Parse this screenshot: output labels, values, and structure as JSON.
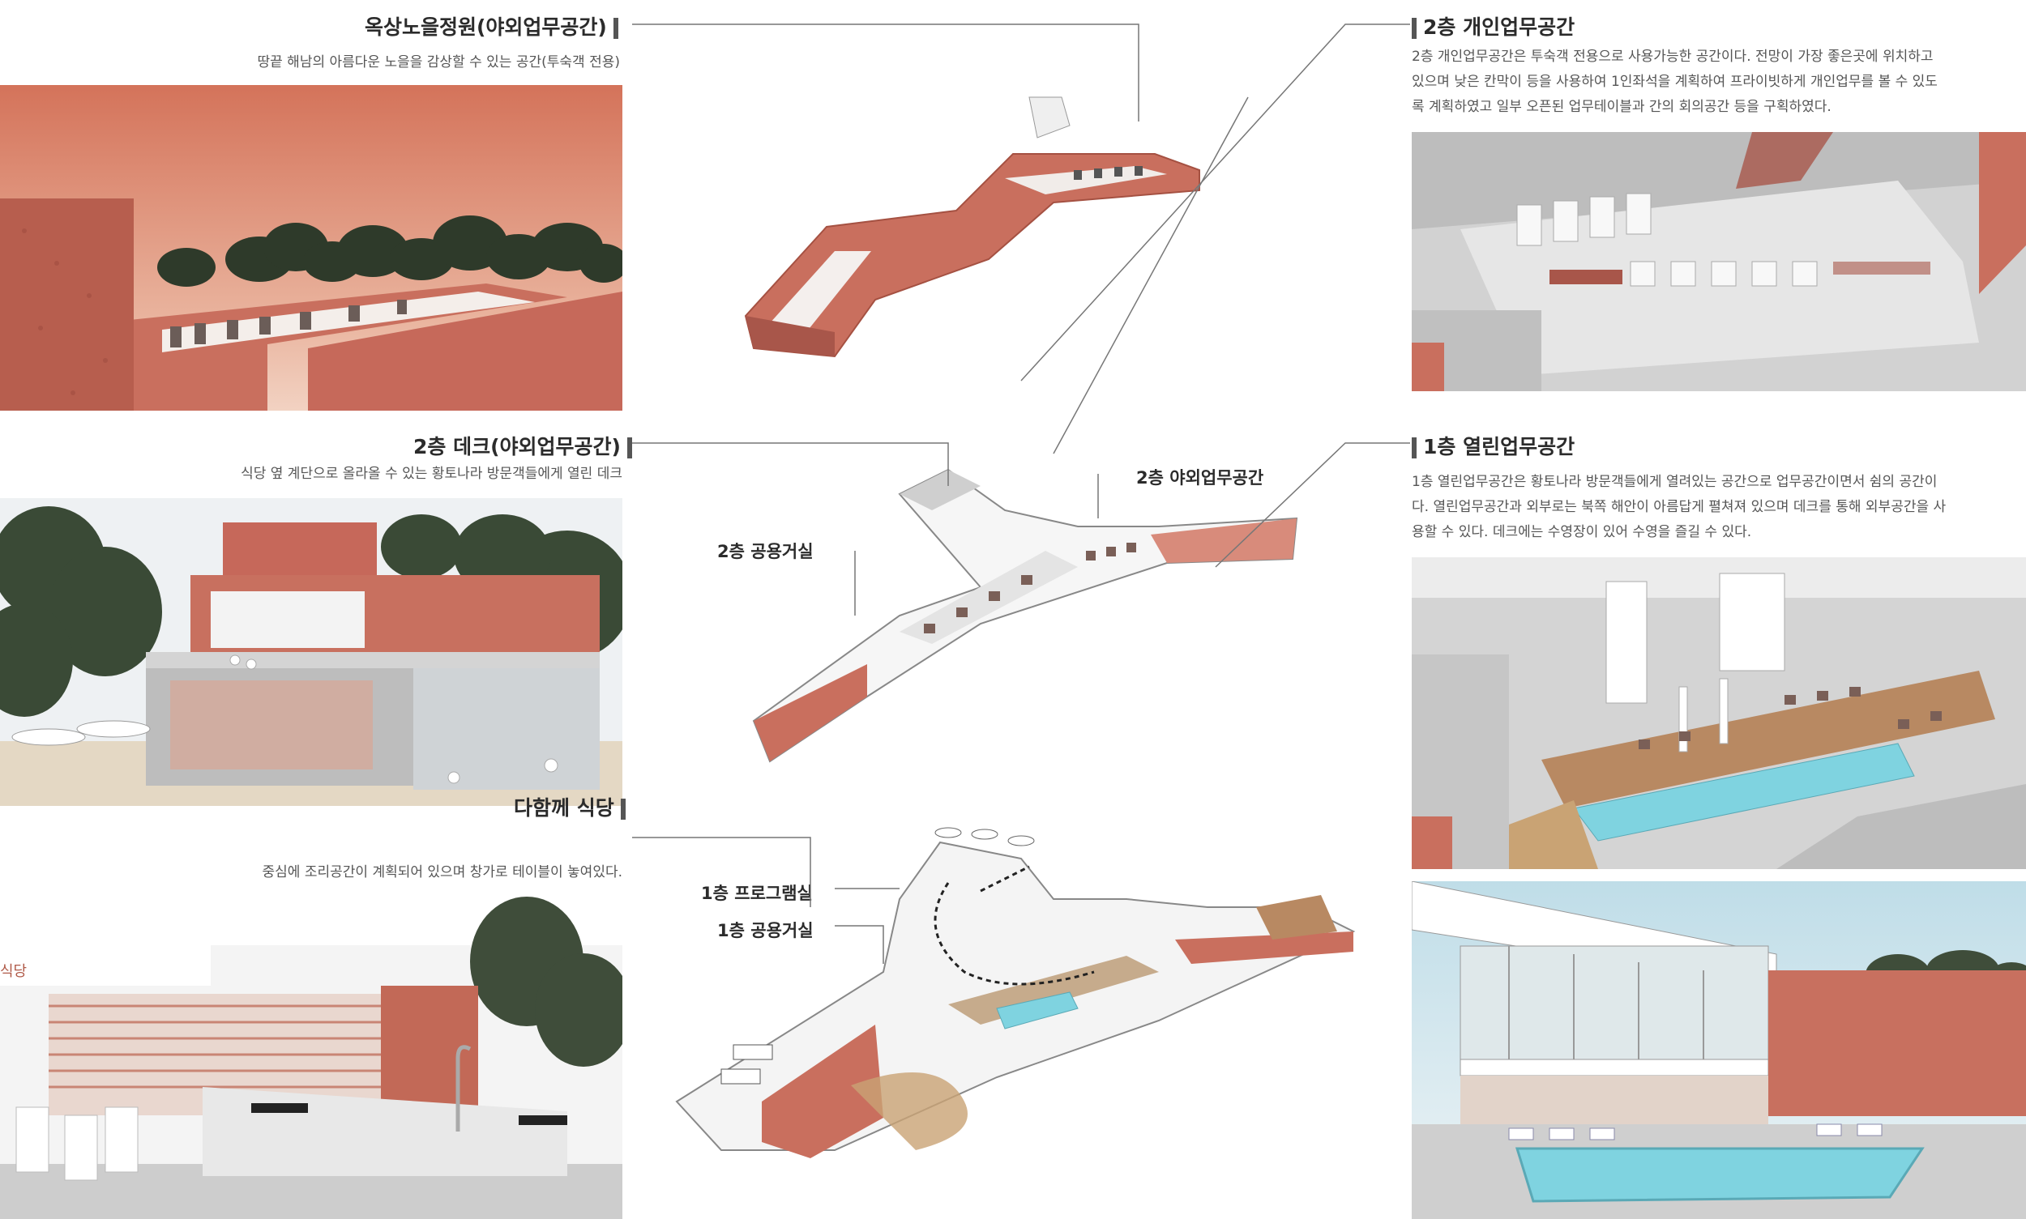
{
  "sections": {
    "rooftop": {
      "title": "옥상노을정원(야외업무공간)",
      "desc": "땅끝 해남의 아름다운 노을을 감상할 수 있는 공간(투숙객 전용)"
    },
    "deck": {
      "title": "2층 데크(야외업무공간)",
      "desc": "식당 옆 계단으로  올라올 수 있는 황토나라 방문객들에게 열린 데크"
    },
    "dining": {
      "title": "다함께 식당",
      "desc": "중심에 조리공간이 계획되어 있으며 창가로 테이블이 놓여있다.",
      "sign": "식당"
    },
    "private": {
      "title": "2층 개인업무공간",
      "desc_lines": [
        "2층 개인업무공간은 투숙객 전용으로 사용가능한 공간이다. 전망이 가장 좋은곳에 위치하고",
        "있으며 낮은 칸막이 등을 사용하여 1인좌석을 계획하여 프라이빗하게 개인업무를 볼 수 있도",
        "록 계획하였고 일부 오픈된 업무테이블과 간의 회의공간 등을 구획하였다."
      ]
    },
    "open": {
      "title": "1층 열린업무공간",
      "desc_lines": [
        "1층 열린업무공간은 황토나라 방문객들에게 열려있는 공간으로 업무공간이면서 쉼의 공간이",
        "다. 열린업무공간과 외부로는 북쪽 해안이 아름답게 펼쳐져 있으며 데크를 통해 외부공간을 사",
        "용할 수 있다. 데크에는 수영장이 있어 수영을 즐길 수 있다."
      ]
    }
  },
  "callouts": {
    "outdoor2f": "2층 야외업무공간",
    "lounge2f": "2층 공용거실",
    "program1f": "1층 프로그램실",
    "lounge1f": "1층 공용거실"
  },
  "colors": {
    "terracotta": "#c9705d",
    "terracotta_dark": "#a85546",
    "sky_sunset": "#d9866e",
    "pool": "#7fd3e0",
    "wood": "#b88962",
    "grey_floor": "#c8c8c8"
  }
}
